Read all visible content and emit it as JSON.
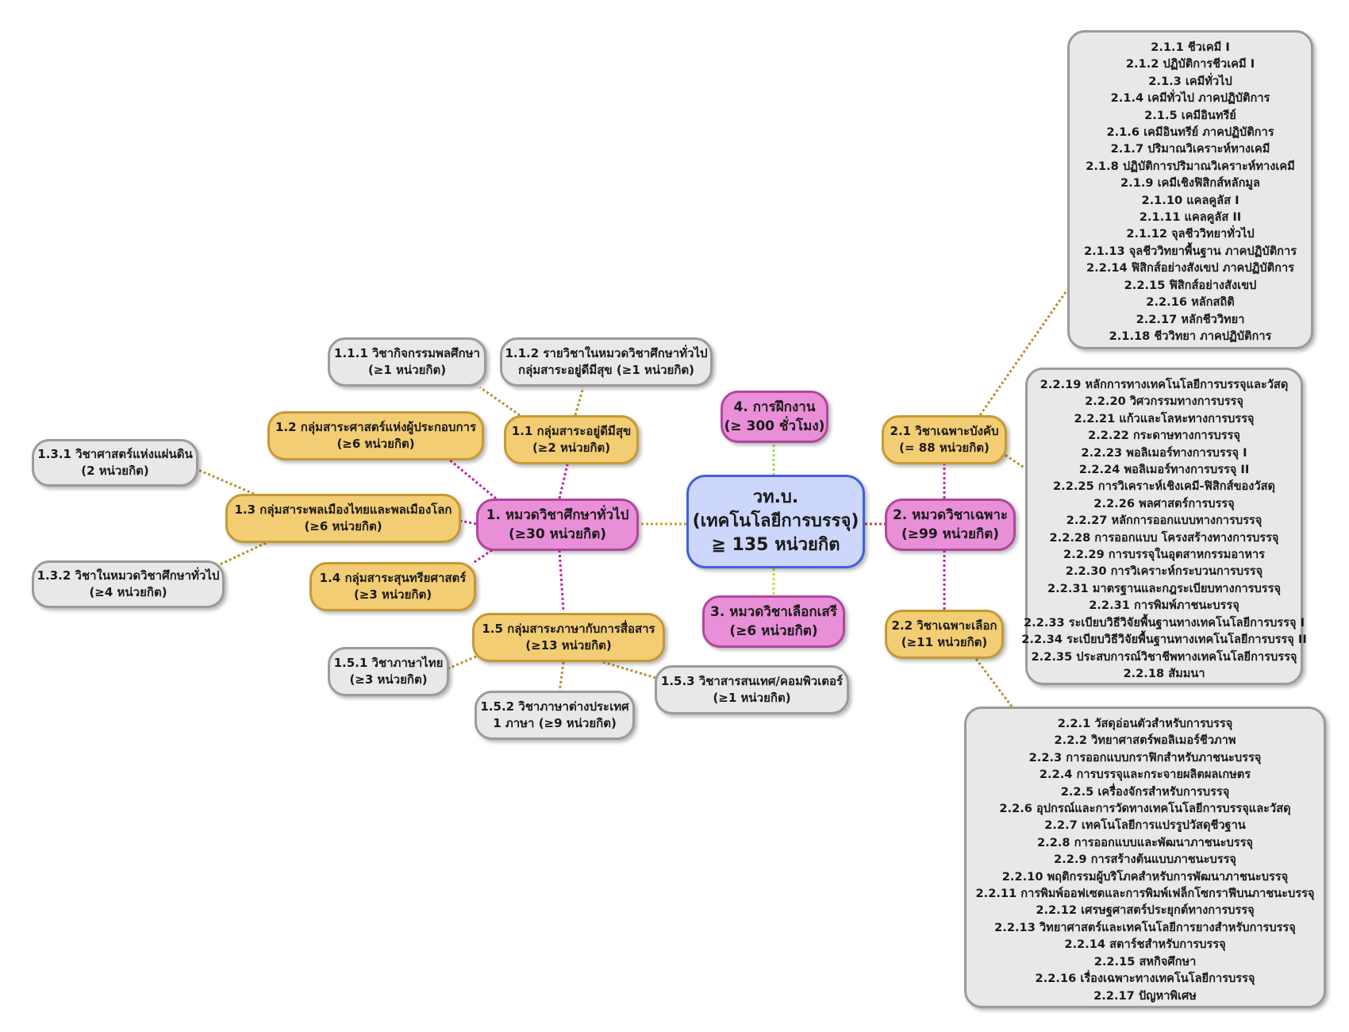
{
  "center": {
    "line1": "วท.บ.",
    "line2": "(เทคโนโลยีการบรรจุ)",
    "line3": "≧ 135 หน่วยกิต"
  },
  "cat1": {
    "line1": "1. หมวดวิชาศึกษาทั่วไป",
    "line2": "(≥30 หน่วยกิต)"
  },
  "cat2": {
    "line1": "2. หมวดวิชาเฉพาะ",
    "line2": "(≥99 หน่วยกิต)"
  },
  "cat3": {
    "line1": "3. หมวดวิชาเลือกเสรี",
    "line2": "(≥6 หน่วยกิต)"
  },
  "cat4": {
    "line1": "4. การฝึกงาน",
    "line2": "(≥ 300 ชั่วโมง)"
  },
  "g11": {
    "line1": "1.1 กลุ่มสาระอยู่ดีมีสุข",
    "line2": "(≥2 หน่วยกิต)"
  },
  "g12": {
    "line1": "1.2 กลุ่มสาระศาสตร์แห่งผู้ประกอบการ",
    "line2": "(≥6 หน่วยกิต)"
  },
  "g13": {
    "line1": "1.3 กลุ่มสาระพลเมืองไทยและพลเมืองโลก",
    "line2": "(≥6 หน่วยกิต)"
  },
  "g14": {
    "line1": "1.4 กลุ่มสาระสุนทรียศาสตร์",
    "line2": "(≥3 หน่วยกิต)"
  },
  "g15": {
    "line1": "1.5 กลุ่มสาระภาษากับการสื่อสาร",
    "line2": "(≥13 หน่วยกิต)"
  },
  "s111": {
    "line1": "1.1.1 วิชากิจกรรมพลศึกษา",
    "line2": "(≥1 หน่วยกิต)"
  },
  "s112": {
    "line1": "1.1.2 รายวิชาในหมวดวิชาศึกษาทั่วไป",
    "line2": "กลุ่มสาระอยู่ดีมีสุข (≥1 หน่วยกิต)"
  },
  "s131": {
    "line1": "1.3.1 วิชาศาสตร์แห่งแผ่นดิน",
    "line2": "(2 หน่วยกิต)"
  },
  "s132": {
    "line1": "1.3.2 วิชาในหมวดวิชาศึกษาทั่วไป",
    "line2": "(≥4 หน่วยกิต)"
  },
  "s151": {
    "line1": "1.5.1 วิชาภาษาไทย",
    "line2": "(≥3 หน่วยกิต)"
  },
  "s152": {
    "line1": "1.5.2 วิชาภาษาต่างประเทศ",
    "line2": "1 ภาษา (≥9 หน่วยกิต)"
  },
  "s153": {
    "line1": "1.5.3 วิชาสารสนเทศ/คอมพิวเตอร์",
    "line2": "(≥1 หน่วยกิต)"
  },
  "g21": {
    "line1": "2.1 วิชาเฉพาะบังคับ",
    "line2": "(= 88 หน่วยกิต)"
  },
  "g22": {
    "line1": "2.2 วิชาเฉพาะเลือก",
    "line2": "(≥11 หน่วยกิต)"
  },
  "list_a": [
    "2.1.1 ชีวเคมี I",
    "2.1.2 ปฏิบัติการชีวเคมี I",
    "2.1.3 เคมีทั่วไป",
    "2.1.4 เคมีทั่วไป ภาคปฏิบัติการ",
    "2.1.5 เคมีอินทรีย์",
    "2.1.6 เคมีอินทรีย์ ภาคปฏิบัติการ",
    "2.1.7 ปริมาณวิเคราะห์ทางเคมี",
    "2.1.8 ปฏิบัติการปริมาณวิเคราะห์ทางเคมี",
    "2.1.9 เคมีเชิงฟิสิกส์หลักมูล",
    "2.1.10 แคลคูลัส I",
    "2.1.11 แคลคูลัส II",
    "2.1.12 จุลชีววิทยาทั่วไป",
    "2.1.13 จุลชีววิทยาพื้นฐาน ภาคปฏิบัติการ",
    "2.2.14 ฟิสิกส์อย่างสังเขป ภาคปฏิบัติการ",
    "2.2.15 ฟิสิกส์อย่างสังเขป",
    "2.2.16 หลักสถิติ",
    "2.2.17 หลักชีววิทยา",
    "2.1.18 ชีววิทยา ภาคปฏิบัติการ"
  ],
  "list_b": [
    "2.2.19 หลักการทางเทคโนโลยีการบรรจุและวัสดุ",
    "2.2.20 วิศวกรรมทางการบรรจุ",
    "2.2.21 แก้วและโลหะทางการบรรจุ",
    "2.2.22 กระดาษทางการบรรจุ",
    "2.2.23 พอลิเมอร์ทางการบรรจุ I",
    "2.2.24 พอลิเมอร์ทางการบรรจุ II",
    "2.2.25 การวิเคราะห์เชิงเคมี-ฟิสิกส์ของวัสดุ",
    "2.2.26 พลศาสตร์การบรรจุ",
    "2.2.27 หลักการออกแบบทางการบรรจุ",
    "2.2.28 การออกแบบ โครงสร้างทางการบรรจุ",
    "2.2.29 การบรรจุในอุตสาหกรรมอาหาร",
    "2.2.30 การวิเคราะห์กระบวนการบรรจุ",
    "2.2.31 มาตรฐานและกฎระเบียบทางการบรรจุ",
    "2.2.31 การพิมพ์ภาชนะบรรจุ",
    "2.2.33 ระเบียบวิธีวิจัยพื้นฐานทางเทคโนโลยีการบรรจุ I",
    "2.2.34 ระเบียบวิธีวิจัยพื้นฐานทางเทคโนโลยีการบรรจุ II",
    "2.2.35 ประสบการณ์วิชาชีพทางเทคโนโลยีการบรรจุ",
    "2.2.18 สัมมนา"
  ],
  "list_c": [
    "2.2.1  วัสดุอ่อนตัวสำหรับการบรรจุ",
    "2.2.2  วิทยาศาสตร์พอลิเมอร์ชีวภาพ",
    "2.2.3  การออกแบบกราฟิกสำหรับภาชนะบรรจุ",
    "2.2.4 การบรรจุและกระจายผลิตผลเกษตร",
    "2.2.5 เครื่องจักรสำหรับการบรรจุ",
    "2.2.6 อุปกรณ์และการวัดทางเทคโนโลยีการบรรจุและวัสดุ",
    "2.2.7 เทคโนโลยีการแปรรูปวัสดุชีวฐาน",
    "2.2.8  การออกแบบและพัฒนาภาชนะบรรจุ",
    "2.2.9 การสร้างต้นแบบภาชนะบรรจุ",
    "2.2.10 พฤติกรรมผู้บริโภคสำหรับการพัฒนาภาชนะบรรจุ",
    "2.2.11 การพิมพ์ออฟเซตและการพิมพ์เฟล็กโซกราฟีบนภาชนะบรรจุ",
    "2.2.12 เศรษฐศาสตร์ประยุกต์ทางการบรรจุ",
    "2.2.13 วิทยาศาสตร์และเทคโนโลยีการยางสำหรับการบรรจุ",
    "2.2.14 สตาร์ชสำหรับการบรรจุ",
    "2.2.15  สหกิจศึกษา",
    "2.2.16 เรื่องเฉพาะทางเทคโนโลยีการบรรจุ",
    "2.2.17 ปัญหาพิเศษ"
  ],
  "colors": {
    "center_fill": "#cdd6fb",
    "center_border": "#3f62d8",
    "category_fill": "#e88fd8",
    "category_border": "#b0479f",
    "group_fill": "#f3cd73",
    "group_border": "#c59a35",
    "leaf_fill": "#e8e8e8",
    "leaf_border": "#9b9b9b"
  }
}
